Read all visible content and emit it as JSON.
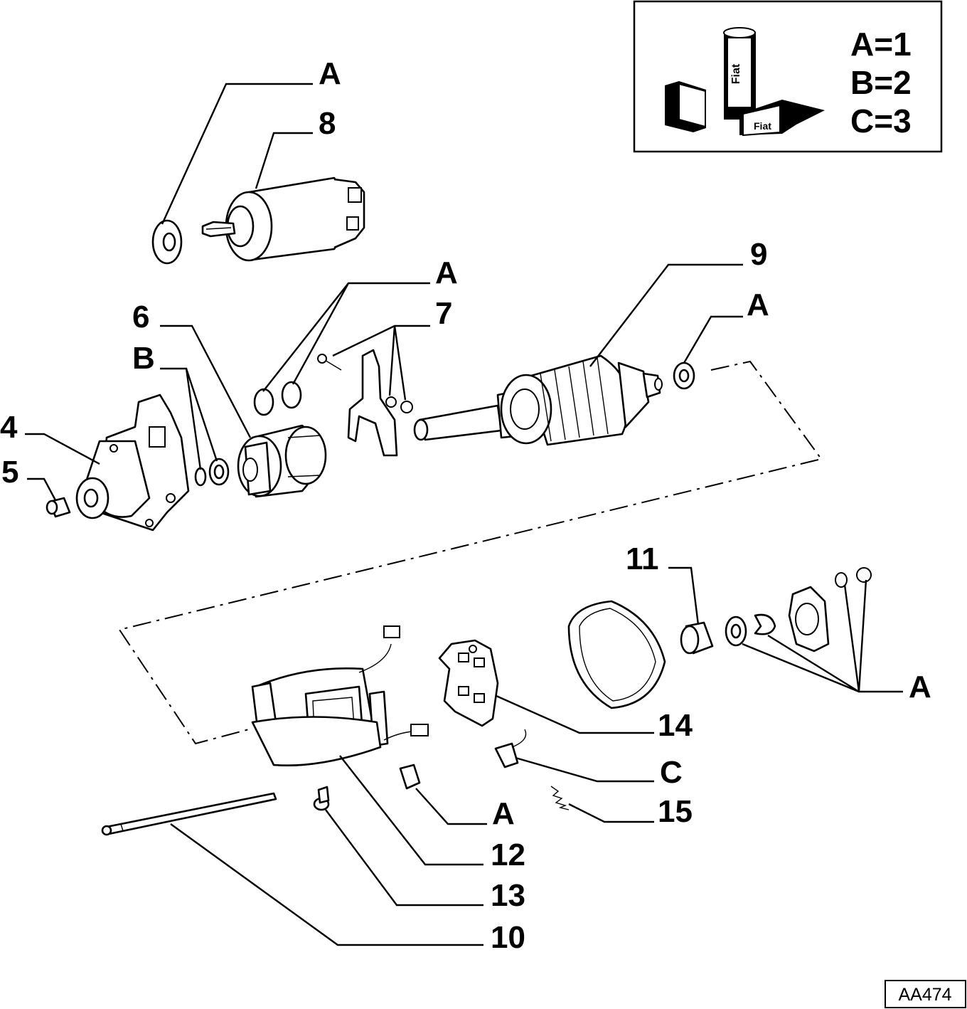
{
  "callouts": {
    "a_solenoid": "A",
    "n8": "8",
    "a_bush": "A",
    "n7": "7",
    "n6": "6",
    "b_label": "B",
    "n4": "4",
    "n5": "5",
    "n9": "9",
    "a_armature": "A",
    "n11": "11",
    "a_endcap": "A",
    "n14": "14",
    "c_label": "C",
    "a_brush": "A",
    "n15": "15",
    "n12": "12",
    "n13": "13",
    "n10": "10"
  },
  "legend": {
    "line1": "A=1",
    "line2": "B=2",
    "line3": "C=3",
    "icon": "fiat-grease-cans-icon",
    "can_brand": "Fiat"
  },
  "reference": "AA474"
}
